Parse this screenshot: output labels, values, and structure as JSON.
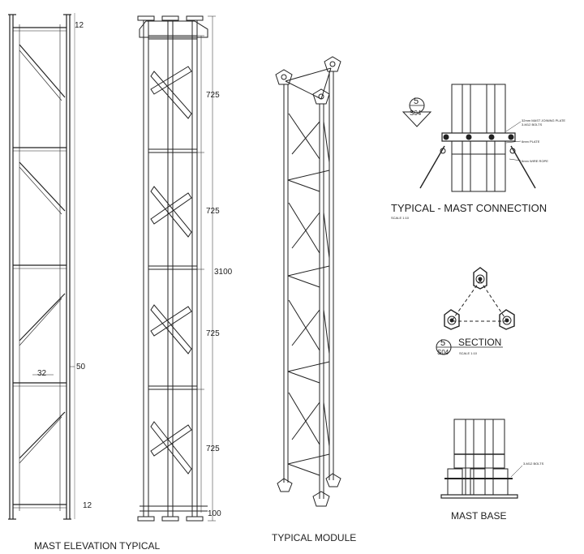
{
  "elevation": {
    "title": "MAST ELEVATION TYPICAL",
    "dim_top": "12",
    "dim_bottom": "12",
    "dim_width": "32",
    "dim_side": "50"
  },
  "detail": {
    "dims": [
      "725",
      "725",
      "725",
      "725"
    ],
    "overall": "3100",
    "base": "100"
  },
  "module": {
    "title": "TYPICAL MODULE"
  },
  "connection": {
    "title": "TYPICAL - MAST CONNECTION",
    "scale": "SCALE 1:10",
    "ref_num": "5",
    "ref_sheet": "S04",
    "note_plate": "32mm MAST JOINING PLATE",
    "note_bolts": "3-M12 BOLTS",
    "note_6mm": "6mm PLATE",
    "note_wire": "6mm WIRE ROPE"
  },
  "section": {
    "title": "SECTION",
    "scale": "SCALE 1:10",
    "ref_num": "5",
    "ref_sheet": "S04"
  },
  "base": {
    "title": "MAST BASE",
    "note_bolts": "3-M12 BOLTS"
  }
}
